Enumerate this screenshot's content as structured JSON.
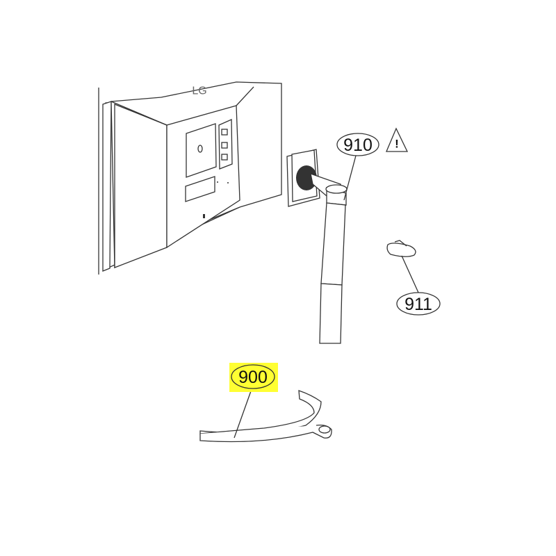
{
  "diagram": {
    "brand_logo": "LG",
    "callouts": [
      {
        "id": "910",
        "label": "910",
        "highlighted": false
      },
      {
        "id": "911",
        "label": "911",
        "highlighted": false
      },
      {
        "id": "900",
        "label": "900",
        "highlighted": true
      }
    ],
    "warning_symbol": "!",
    "highlight_color": "#ffff33"
  }
}
